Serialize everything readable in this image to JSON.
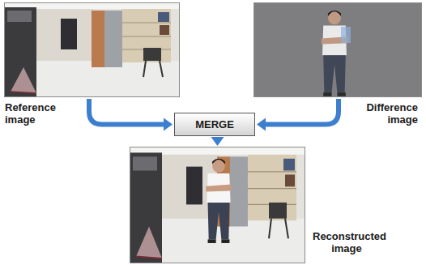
{
  "diagram": {
    "nodes": [
      {
        "text": [
          "Reference image"
        ]
      },
      {
        "text": [
          "Difference image"
        ]
      },
      {
        "text": [
          "MERGE"
        ]
      },
      {
        "text": [
          "Reconstructed image"
        ]
      }
    ],
    "edges": [
      {
        "from": 0,
        "to": 2,
        "arrow": "to"
      },
      {
        "from": 1,
        "to": 2,
        "arrow": "to"
      },
      {
        "from": 2,
        "to": 3,
        "arrow": "to"
      }
    ]
  }
}
